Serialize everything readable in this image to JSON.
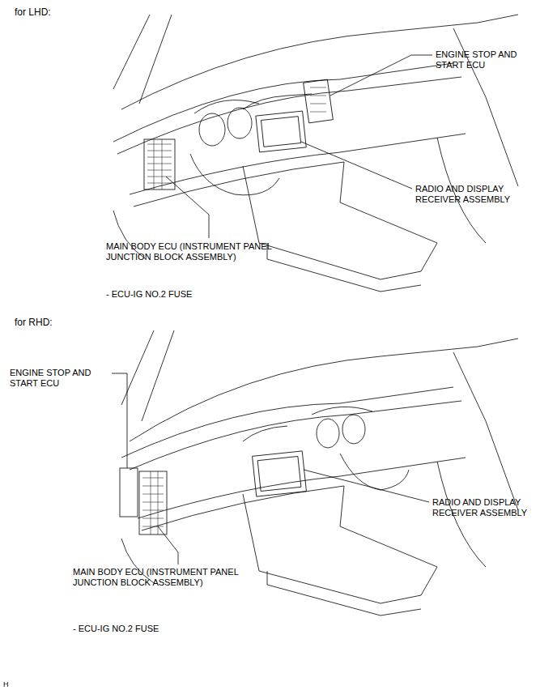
{
  "diagram": {
    "labels": [
      "for LHD:",
      "ENGINE STOP AND START ECU",
      "RADIO AND DISPLAY RECEIVER ASSEMBLY",
      "MAIN BODY ECU (INSTRUMENT PANEL JUNCTION BLOCK ASSEMBLY)",
      "- ECU-IG NO.2 FUSE",
      "for RHD:",
      "ENGINE STOP AND START ECU",
      "RADIO AND DISPLAY RECEIVER ASSEMBLY",
      "MAIN BODY ECU (INSTRUMENT PANEL JUNCTION BLOCK ASSEMBLY)",
      "- ECU-IG NO.2 FUSE",
      "H"
    ]
  }
}
